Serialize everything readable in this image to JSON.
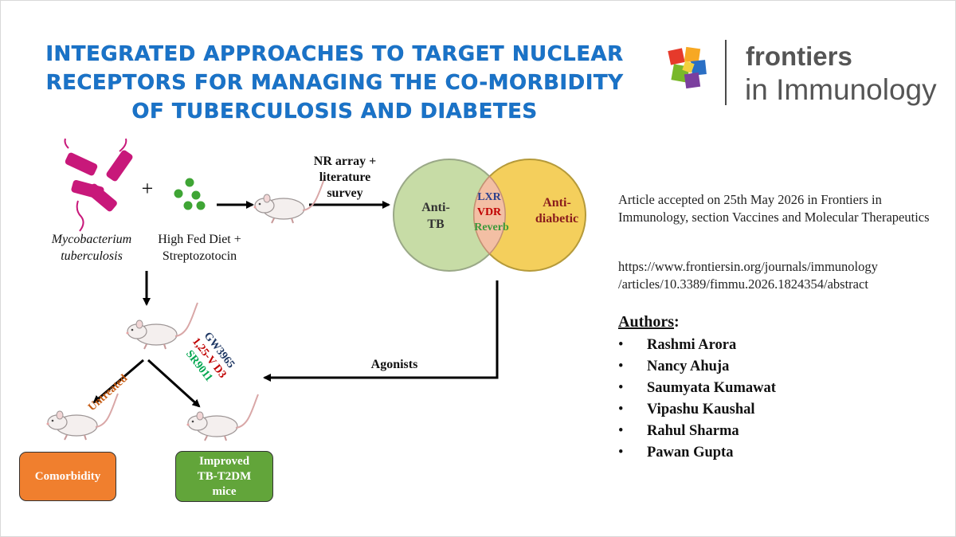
{
  "title": "Integrated approaches to target nuclear receptors for managing the co-morbidity of tuberculosis and diabetes",
  "journal": {
    "name_line1": "frontiers",
    "name_line2": "in Immunology",
    "logo_icon": "frontiers-cube-logo"
  },
  "diagram": {
    "mtb_label_line1": "Mycobacterium",
    "mtb_label_line2": "tuberculosis",
    "plus_sign": "+",
    "diet_label_line1": "High Fed Diet +",
    "diet_label_line2": "Streptozotocin",
    "nr_label_line1": "NR array +",
    "nr_label_line2": "literature",
    "nr_label_line3": "survey",
    "venn": {
      "left_line1": "Anti-",
      "left_line2": "TB",
      "right_line1": "Anti-",
      "right_line2": "diabetic",
      "center": [
        "LXR",
        "VDR",
        "Reverb"
      ]
    },
    "agonists_label": "Agonists",
    "untreated_label": "Untreated",
    "treatments": [
      "GW3965",
      "1,25-V D3",
      "SR9011"
    ],
    "comorbidity_box": "Comorbidity",
    "improved_box": [
      "Improved",
      "TB-T2DM",
      "mice"
    ]
  },
  "article_info": "Article accepted on 25th May 2026 in Frontiers in Immunology, section Vaccines and Molecular Therapeutics",
  "url_line1": "https://www.frontiersin.org/journals/immunology",
  "url_line2": "/articles/10.3389/fimmu.2026.1824354/abstract",
  "authors_title": "Authors",
  "authors_colon": ":",
  "bullet": "•",
  "authors": [
    "Rashmi Arora",
    "Nancy Ahuja",
    "Saumyata Kumawat",
    "Vipashu Kaushal",
    "Rahul Sharma",
    "Pawan Gupta"
  ],
  "colors": {
    "title": "#1a73c8",
    "bacteria": "#c8187a",
    "pellets": "#3fa535",
    "anti_tb": "#c7dca6",
    "anti_diabetic": "#f4cf5c",
    "overlap": "#f3bfa4",
    "lxr": "#2b3f8c",
    "vdr": "#c00000",
    "reverb": "#3a9a3a",
    "comorbidity": "#f07f2e",
    "improved": "#62a53a"
  }
}
